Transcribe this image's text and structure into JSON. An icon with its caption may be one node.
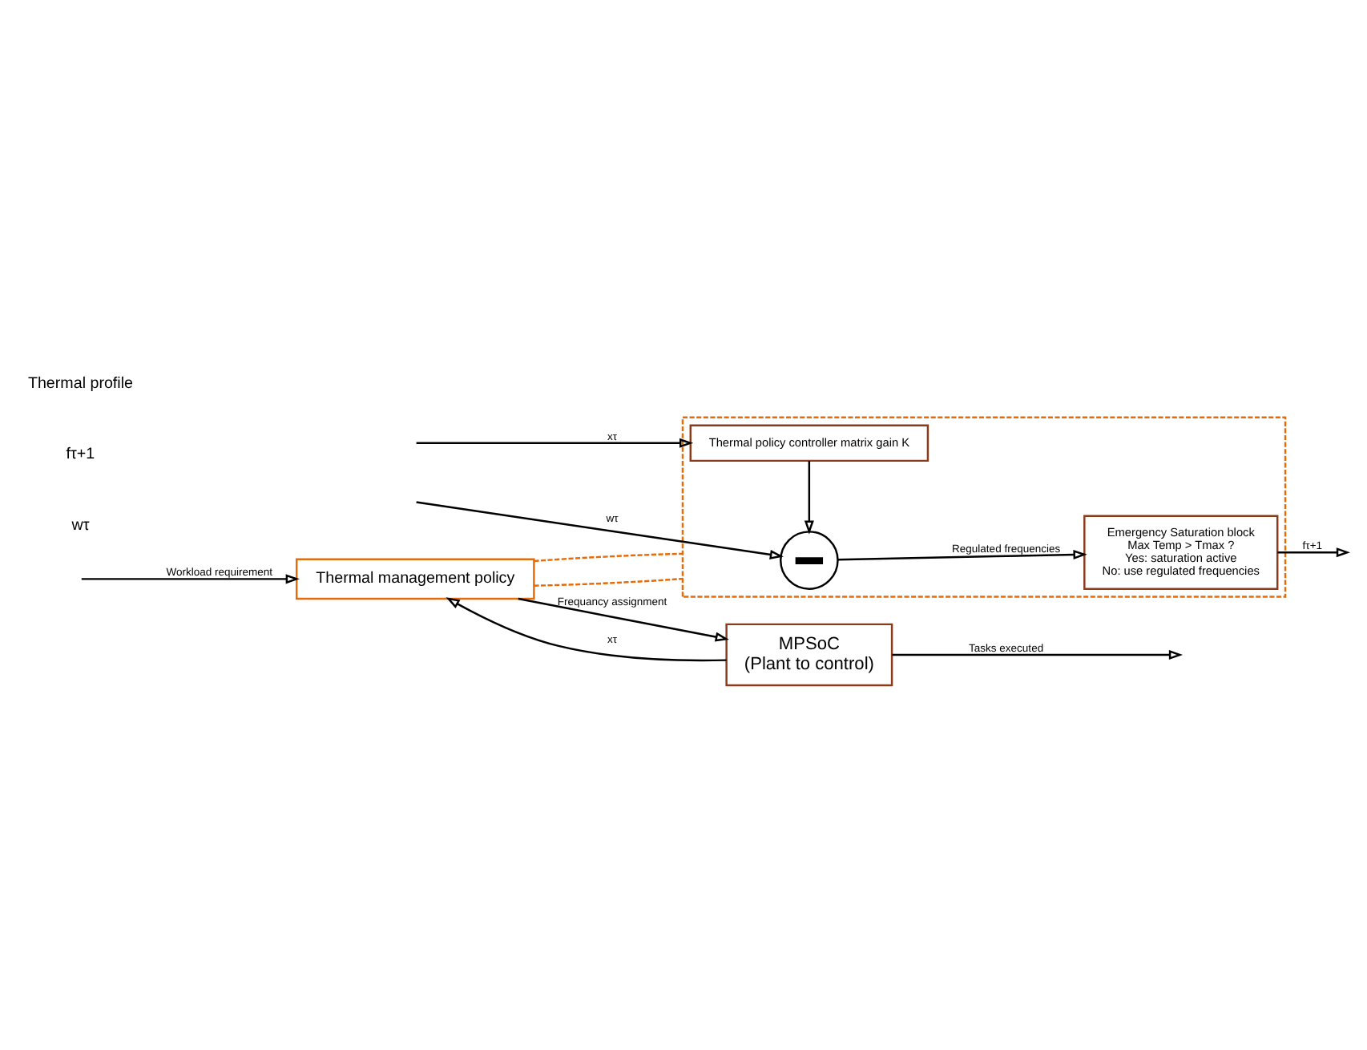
{
  "diagram": {
    "nodes": [
      {
        "text": [
          "Thermal management policy"
        ]
      },
      {
        "text": [
          "MPSoC",
          "(Plant to control)"
        ]
      },
      {
        "text": [],
        "shape": "box"
      },
      {
        "text": [],
        "shape": "circle",
        "in": 2
      },
      {
        "text": [
          "Emergency Saturation block",
          "Max Temp > Tmax ?",
          "Yes: saturation active",
          "No: use regulated frequencies"
        ],
        "in": 2
      },
      {
        "text": [
          "Thermal policy controller matrix gain K"
        ],
        "in": 2
      }
    ],
    "edges": [
      {
        "from": null,
        "to": 0,
        "arrow": "to",
        "label": "Workload requirement"
      },
      {
        "from": 0,
        "to": 1,
        "arrow": "to",
        "label": "Frequancy assignment"
      },
      {
        "from": 1,
        "to": null,
        "arrow": "to",
        "label": "Tasks executed"
      },
      {
        "from": 1,
        "to": 0,
        "arrow": "to",
        "label": "xτ"
      },
      {
        "from": 0,
        "to": 2,
        "arrow": "none",
        "style": "dashed",
        "color": "#e46c0a"
      },
      {
        "from": 0,
        "to": 2,
        "arrow": "none",
        "style": "dashed",
        "color": "#e46c0a"
      },
      {
        "from": null,
        "to": 3,
        "arrow": "to",
        "label": "wτ"
      },
      {
        "from": null,
        "to": 5,
        "arrow": "to",
        "label": "xτ"
      },
      {
        "from": 5,
        "to": 3,
        "arrow": "to"
      },
      {
        "from": 3,
        "to": 4,
        "arrow": "to",
        "label": "Regulated frequencies"
      },
      {
        "from": 4,
        "to": null,
        "arrow": "to",
        "label": "fτ+1"
      }
    ],
    "labels": [
      "wτ",
      "fτ+1",
      "Thermal profile"
    ]
  }
}
